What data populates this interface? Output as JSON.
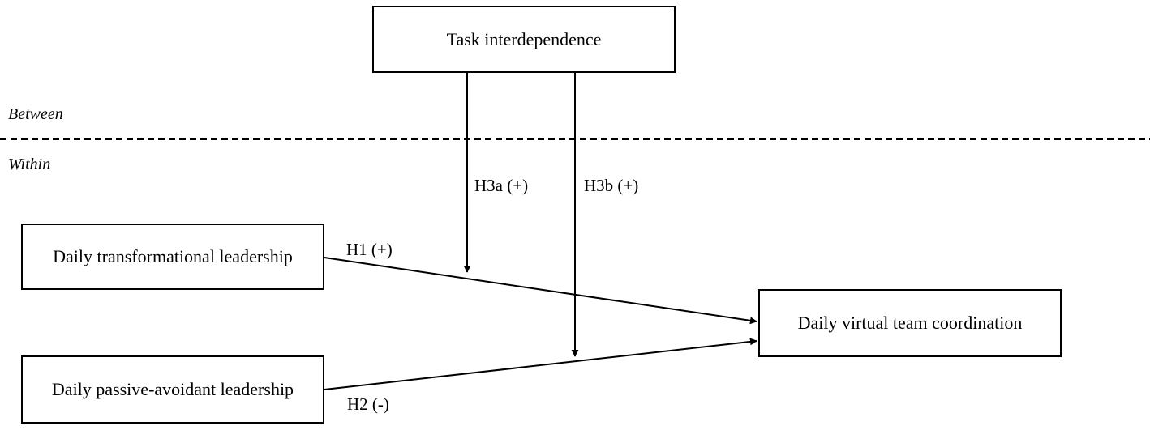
{
  "levels": {
    "between": "Between",
    "within": "Within"
  },
  "nodes": {
    "moderator": "Task interdependence",
    "transformational": "Daily transformational leadership",
    "passive": "Daily passive-avoidant leadership",
    "outcome": "Daily virtual team coordination"
  },
  "paths": {
    "h1": "H1 (+)",
    "h2": "H2 (-)",
    "h3a": "H3a (+)",
    "h3b": "H3b (+)"
  }
}
